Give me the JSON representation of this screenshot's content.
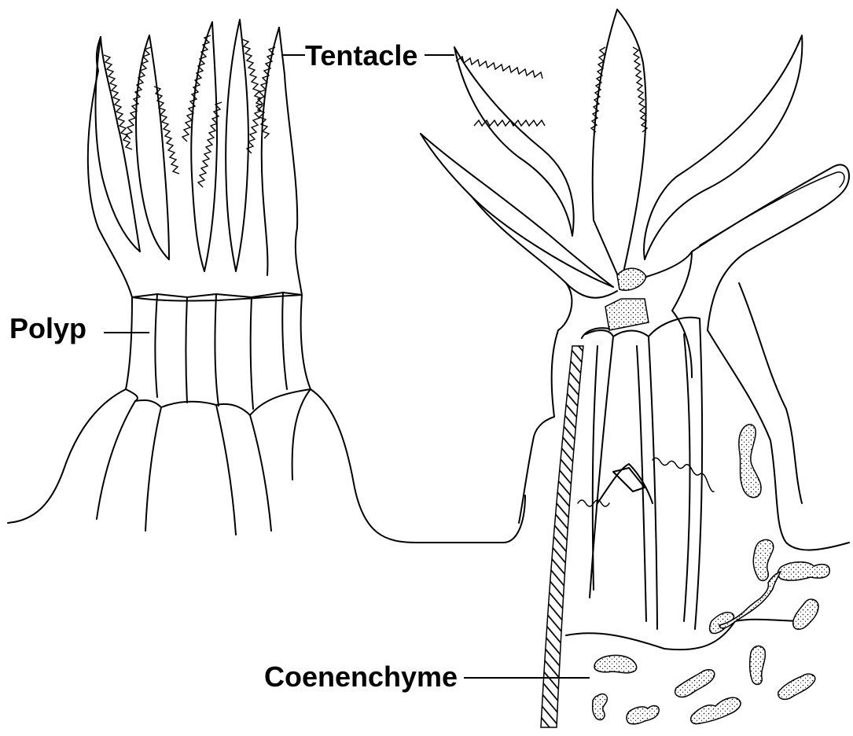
{
  "labels": {
    "tentacle": "Tentacle",
    "polyp": "Polyp",
    "coenenchyme": "Coenenchyme"
  },
  "colors": {
    "ink": "#000000",
    "background": "#ffffff"
  }
}
